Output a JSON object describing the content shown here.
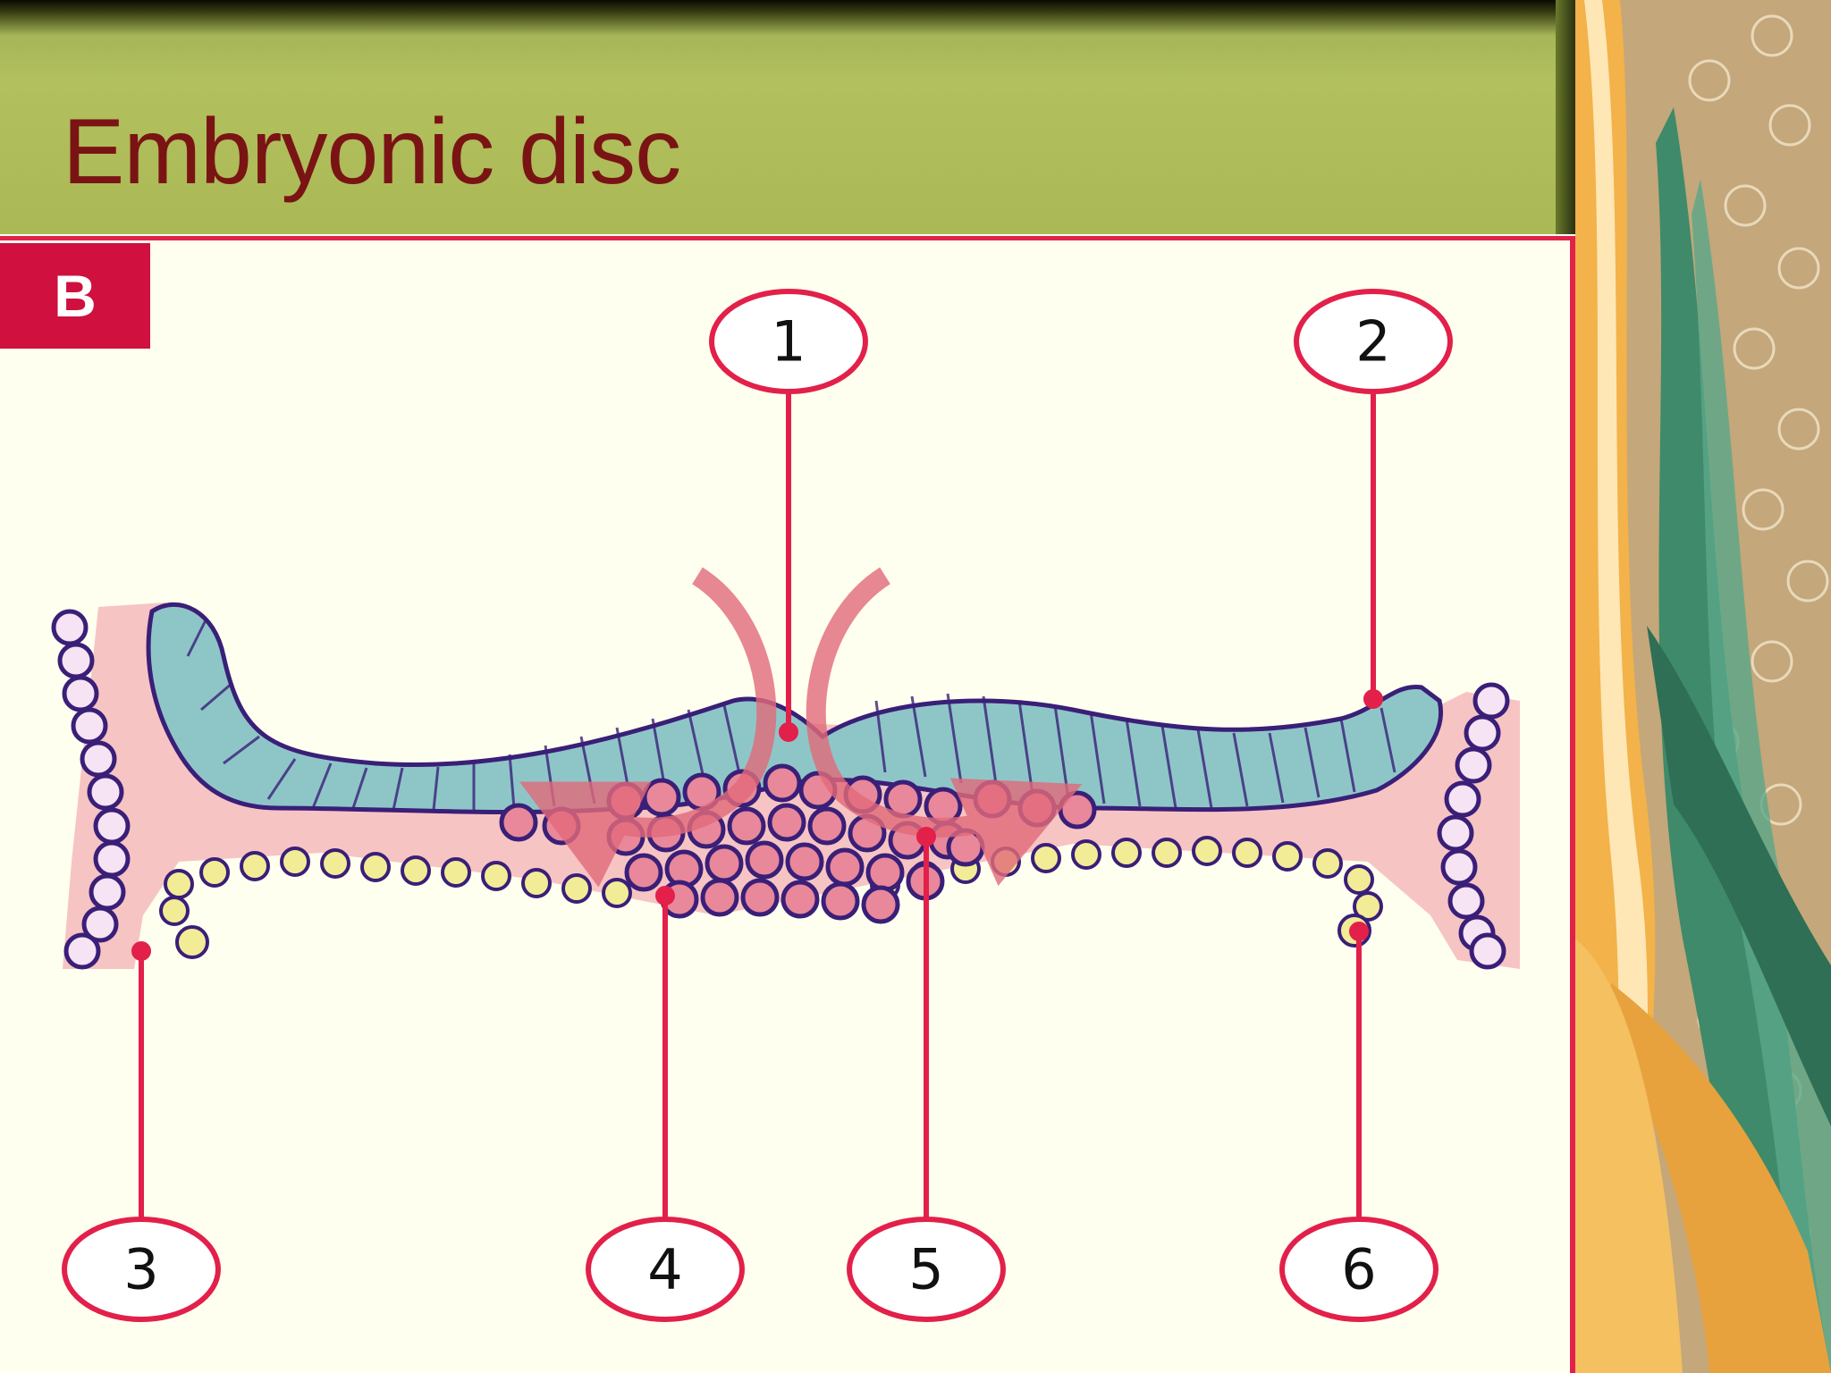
{
  "slide": {
    "title": "Embryonic disc"
  },
  "panel": {
    "badge": "B"
  },
  "callouts": [
    "1",
    "2",
    "3",
    "4",
    "5",
    "6"
  ],
  "colors": {
    "accent": "#e2204a",
    "title": "#7a1414",
    "epiblast": "#8ec6c8",
    "hypoblast": "#f2ec96",
    "mesoderm": "#e8889a",
    "cell_outline": "#3a1f78",
    "background_tissue": "#f7c4c4"
  }
}
